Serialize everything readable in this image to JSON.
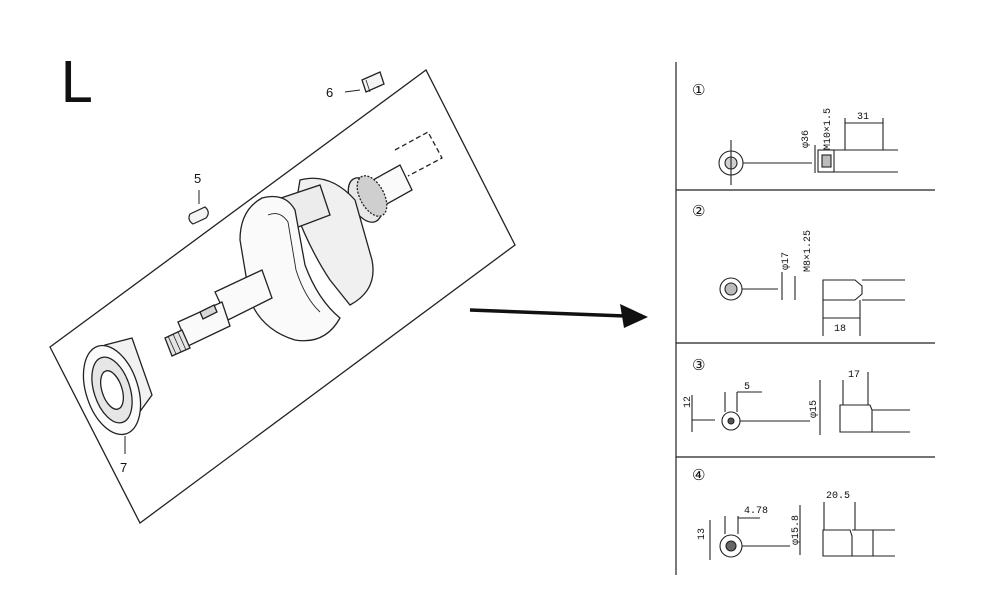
{
  "diagram": {
    "section_letter": "L",
    "part_labels": {
      "p5": "5",
      "p6": "6",
      "p7": "7"
    },
    "details": [
      {
        "index": "①",
        "dims": {
          "dia": "φ36",
          "thread": "M10×1.5",
          "len": "31"
        }
      },
      {
        "index": "②",
        "dims": {
          "dia": "φ17",
          "thread": "M8×1.25",
          "len": "18"
        }
      },
      {
        "index": "③",
        "dims": {
          "h": "12",
          "w": "5",
          "dia": "φ15",
          "len": "17"
        }
      },
      {
        "index": "④",
        "dims": {
          "h": "13",
          "w": "4.78",
          "dia": "φ15.8",
          "len": "20.5"
        }
      }
    ]
  }
}
